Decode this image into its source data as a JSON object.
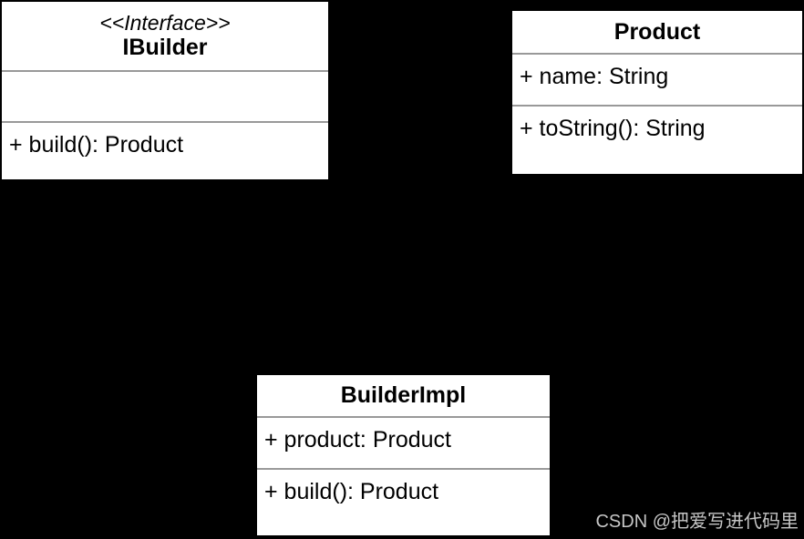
{
  "canvas": {
    "background_color": "#000000",
    "watermark": {
      "text": "CSDN @把爱写进代码里",
      "color": "#c6c6c6"
    }
  },
  "diagram": {
    "type": "uml-class-diagram",
    "colors": {
      "box_background": "#ffffff",
      "divider": "#999999",
      "text": "#000000"
    },
    "classes": [
      {
        "stereotype": "<<Interface>>",
        "name": "IBuilder",
        "attributes": [],
        "methods": [
          "+ build(): Product"
        ]
      },
      {
        "stereotype": "",
        "name": "Product",
        "attributes": [
          "+ name: String"
        ],
        "methods": [
          "+ toString(): String"
        ]
      },
      {
        "stereotype": "",
        "name": "BuilderImpl",
        "attributes": [
          "+ product: Product"
        ],
        "methods": [
          "+ build(): Product"
        ]
      }
    ]
  }
}
